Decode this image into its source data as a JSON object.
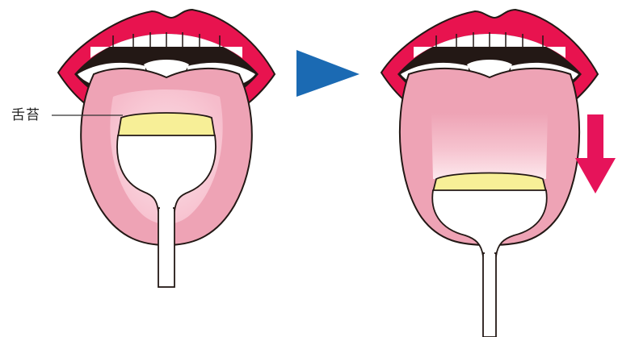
{
  "callout": {
    "label": "舌苔"
  },
  "colors": {
    "lip": "#e8134f",
    "lipOutline": "#231815",
    "mouth": "#231815",
    "teeth": "#ffffff",
    "tongue": "#eea3b5",
    "tongueLight": "#f8c8d4",
    "tongueLighter": "#fbdde4",
    "coating": "#f7ef97",
    "scraper": "#ffffff",
    "pointer": "#1b6ab3",
    "downArrow": "#e6135a"
  },
  "icons": {
    "next": "right-triangle-arrow",
    "direction": "down-arrow"
  }
}
